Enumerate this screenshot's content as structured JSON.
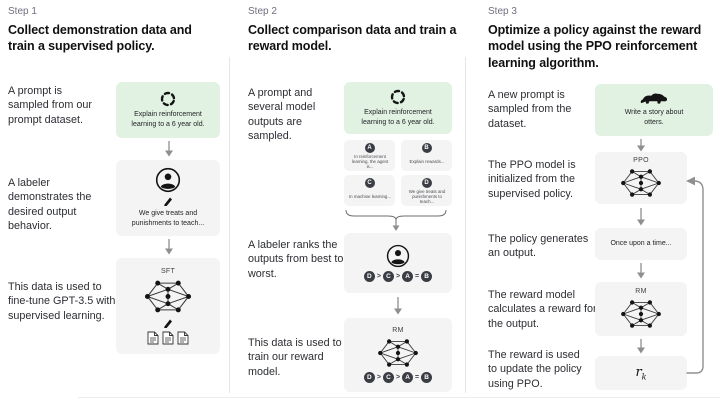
{
  "diagram": {
    "colors": {
      "prompt_box_bg": "#e2f2e2",
      "model_box_bg": "#f4f4f4",
      "badge": "#3b3d45",
      "muted": "#6e6e80",
      "arrow": "#8f8f8f",
      "divider": "#e5e5e5"
    },
    "step1": {
      "label": "Step 1",
      "title": "Collect demonstration data and train a supervised policy.",
      "side": {
        "prompt": "A prompt is sampled from our prompt dataset.",
        "labeler": "A labeler demonstrates the desired output behavior.",
        "finetune": "This data is used to fine-tune GPT-3.5 with supervised learning."
      },
      "prompt_box_text": "Explain reinforcement learning to a 6 year old.",
      "labeler_box_text": "We give treats and punishments to teach...",
      "sft_label": "SFT"
    },
    "step2": {
      "label": "Step 2",
      "title": "Collect comparison data and train a reward model.",
      "side": {
        "prompt": "A prompt and several model outputs are sampled.",
        "rank": "A labeler ranks the outputs from best to worst.",
        "train": "This data is used to train our reward model."
      },
      "prompt_box_text": "Explain reinforcement learning to a 6 year old.",
      "outputs": [
        {
          "id": "A",
          "text": "In reinforcement learning, the agent is..."
        },
        {
          "id": "B",
          "text": "Explain rewards..."
        },
        {
          "id": "C",
          "text": "In machine learning..."
        },
        {
          "id": "D",
          "text": "We give treats and punishments to teach..."
        }
      ],
      "ranking": {
        "items": [
          "D",
          "C",
          "A",
          "B"
        ],
        "separators": [
          ">",
          ">",
          "="
        ]
      },
      "rm_label": "RM"
    },
    "step3": {
      "label": "Step 3",
      "title": "Optimize a policy against the reward model using the PPO reinforcement learning algorithm.",
      "side": {
        "prompt": "A new prompt is sampled from the dataset.",
        "init": "The PPO model is initialized from the supervised policy.",
        "output": "The policy generates an output.",
        "reward": "The reward model calculates a reward for the output.",
        "update": "The reward is used to update the policy using PPO."
      },
      "prompt_box_text": "Write a story about otters.",
      "ppo_label": "PPO",
      "output_box_text": "Once upon a time...",
      "rm_label": "RM",
      "reward_symbol": {
        "base": "r",
        "subscript": "k"
      }
    }
  }
}
